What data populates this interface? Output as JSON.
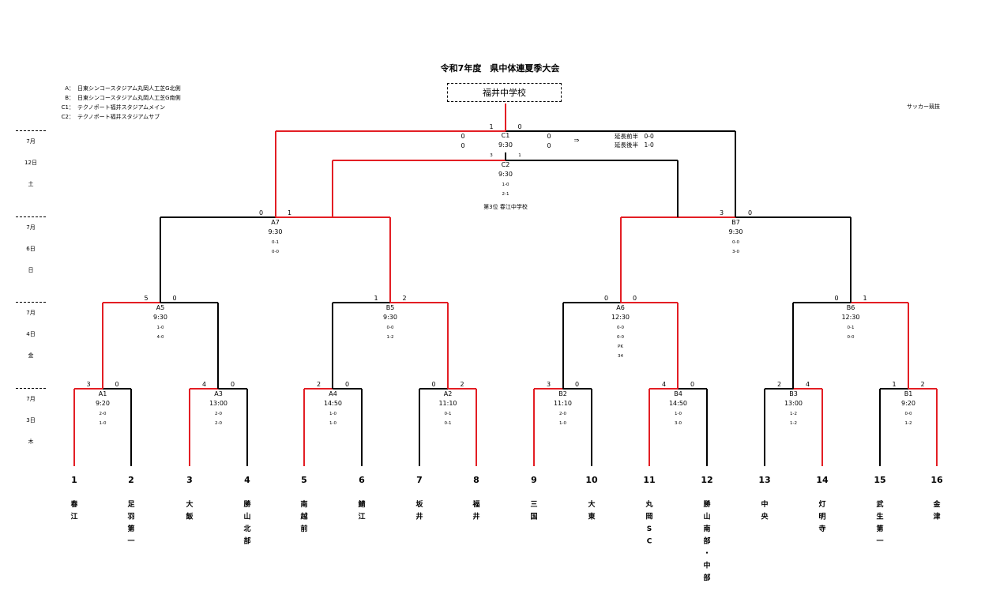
{
  "title": "令和7年度　県中体連夏季大会",
  "winner": "福井中学校",
  "category": "サッカー競技",
  "venues": [
    {
      "key": "A：",
      "name": "日東シンコースタジアム丸岡人工芝G北側"
    },
    {
      "key": "B：",
      "name": "日東シンコースタジアム丸岡人工芝G南側"
    },
    {
      "key": "C1：",
      "name": "テクノポート福井スタジアムメイン"
    },
    {
      "key": "C2：",
      "name": "テクノポート福井スタジアムサブ"
    }
  ],
  "days": [
    {
      "month": "7月",
      "day": "12日",
      "weekday": "土"
    },
    {
      "month": "7月",
      "day": "6日",
      "weekday": "日"
    },
    {
      "month": "7月",
      "day": "4日",
      "weekday": "金"
    },
    {
      "month": "7月",
      "day": "3日",
      "weekday": "木"
    }
  ],
  "teams": [
    {
      "num": "1",
      "name": "春江"
    },
    {
      "num": "2",
      "name": "足羽第一"
    },
    {
      "num": "3",
      "name": "大飯"
    },
    {
      "num": "4",
      "name": "勝山北部"
    },
    {
      "num": "5",
      "name": "南越前"
    },
    {
      "num": "6",
      "name": "鯖江"
    },
    {
      "num": "7",
      "name": "坂井"
    },
    {
      "num": "8",
      "name": "福井"
    },
    {
      "num": "9",
      "name": "三国"
    },
    {
      "num": "10",
      "name": "大東"
    },
    {
      "num": "11",
      "name": "丸岡SC"
    },
    {
      "num": "12",
      "name": "勝山南部・中部"
    },
    {
      "num": "13",
      "name": "中央"
    },
    {
      "num": "14",
      "name": "灯明寺"
    },
    {
      "num": "15",
      "name": "武生第一"
    },
    {
      "num": "16",
      "name": "金津"
    }
  ],
  "matches": [
    {
      "id": "A1",
      "time": "9:20",
      "left_score": "3",
      "right_score": "0",
      "halves": [
        "2-0",
        "1-0"
      ],
      "winner": "left"
    },
    {
      "id": "A3",
      "time": "13:00",
      "left_score": "4",
      "right_score": "0",
      "halves": [
        "2-0",
        "2-0"
      ],
      "winner": "left"
    },
    {
      "id": "A4",
      "time": "14:50",
      "left_score": "2",
      "right_score": "0",
      "halves": [
        "1-0",
        "1-0"
      ],
      "winner": "left"
    },
    {
      "id": "A2",
      "time": "11:10",
      "left_score": "0",
      "right_score": "2",
      "halves": [
        "0-1",
        "0-1"
      ],
      "winner": "right"
    },
    {
      "id": "B2",
      "time": "11:10",
      "left_score": "3",
      "right_score": "0",
      "halves": [
        "2-0",
        "1-0"
      ],
      "winner": "left"
    },
    {
      "id": "B4",
      "time": "14:50",
      "left_score": "4",
      "right_score": "0",
      "halves": [
        "1-0",
        "3-0"
      ],
      "winner": "left"
    },
    {
      "id": "B3",
      "time": "13:00",
      "left_score": "2",
      "right_score": "4",
      "halves": [
        "1-2",
        "1-2"
      ],
      "winner": "right"
    },
    {
      "id": "B1",
      "time": "9:20",
      "left_score": "1",
      "right_score": "2",
      "halves": [
        "0-0",
        "1-2"
      ],
      "winner": "right"
    },
    {
      "id": "A5",
      "time": "9:30",
      "left_score": "5",
      "right_score": "0",
      "halves": [
        "1-0",
        "4-0"
      ],
      "winner": "left"
    },
    {
      "id": "B5",
      "time": "9:30",
      "left_score": "1",
      "right_score": "2",
      "halves": [
        "0-0",
        "1-2"
      ],
      "winner": "right"
    },
    {
      "id": "A6",
      "time": "12:30",
      "left_score": "0",
      "right_score": "0",
      "halves": [
        "0-0",
        "0-0",
        "PK",
        "34"
      ],
      "winner": "right"
    },
    {
      "id": "B6",
      "time": "12:30",
      "left_score": "0",
      "right_score": "1",
      "halves": [
        "0-1",
        "0-0"
      ],
      "winner": "right"
    },
    {
      "id": "A7",
      "time": "9:30",
      "left_score": "0",
      "right_score": "1",
      "halves": [
        "0-1",
        "0-0"
      ],
      "winner": "right"
    },
    {
      "id": "B7",
      "time": "9:30",
      "left_score": "3",
      "right_score": "0",
      "halves": [
        "0-0",
        "3-0"
      ],
      "winner": "left"
    },
    {
      "id": "C2",
      "time": "9:30",
      "left_score": "3",
      "right_score": "1",
      "halves": [
        "1-0",
        "2-1"
      ],
      "winner": "left"
    },
    {
      "id": "C1",
      "time": "9:30",
      "left_score": "1",
      "right_score": "0",
      "halves": [
        "0",
        "0"
      ],
      "right_halves": [
        "0",
        "0"
      ],
      "winner": "left"
    }
  ],
  "final_extra": {
    "arrow": "⇒",
    "lines": [
      "延長前半　0-0",
      "延長後半　1-0"
    ]
  },
  "third_place": "第3位  春江中学校",
  "colors": {
    "win": "#e31e24",
    "lose": "#000000"
  }
}
